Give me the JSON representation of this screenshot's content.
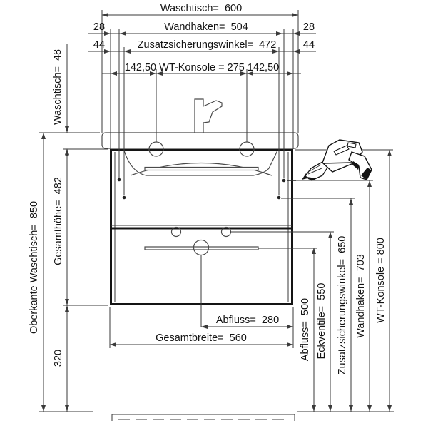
{
  "dims": {
    "top": {
      "waschtisch": "Waschtisch=  600",
      "offset28_left": "28",
      "offset28_right": "28",
      "wandhaken": "Wandhaken=  504",
      "offset44_left": "44",
      "offset44_right": "44",
      "zusatzwinkel": "Zusatzsicherungswinkel=  472",
      "konsole": "142,50 WT-Konsole = 275 142,50"
    },
    "left": {
      "oberkante": "Oberkante Waschtisch=  850",
      "waschtisch_staerke": "Waschtisch=  48",
      "gesamthoehe": "Gesamthöhe=  482",
      "sockel_abstand": "320"
    },
    "right": {
      "abfluss": "Abfluss=  500",
      "eckventile": "Eckventile=  550",
      "zusatzwinkel": "Zusatzsicherungswinkel=  650",
      "wandhaken": "Wandhaken=  703",
      "konsole": "WT-Konsole = 800"
    },
    "bottom": {
      "abfluss": "Abfluss=  280",
      "gesamtbreite": "Gesamtbreite=  560"
    }
  },
  "colors": {
    "line": "#3a3a3a",
    "heavy": "#141414",
    "text": "#141414",
    "background": "#ffffff"
  },
  "icons": {
    "faucet": "faucet-icon",
    "drill": "drill-icon"
  }
}
